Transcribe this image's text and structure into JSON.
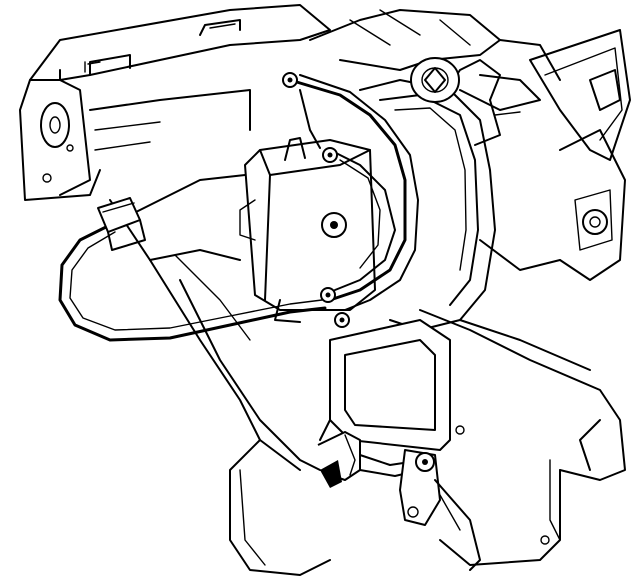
{
  "colors": {
    "background": "#ffffff",
    "ink": "#000000"
  },
  "icons": {
    "hvac_housing": "hvac-housing-outline",
    "blower_motor": "blower-motor-drum",
    "actuator": "mode-door-actuator",
    "wire_harness": "wire-harness-loop",
    "connector": "electrical-connector",
    "linkage": "door-linkage-lever"
  }
}
